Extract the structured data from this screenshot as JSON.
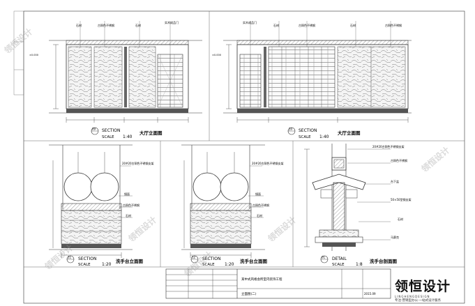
{
  "views": {
    "v09": {
      "num": "09",
      "type": "SECTION",
      "scale_label": "SCALE",
      "scale": "1:40",
      "title": "大厅立面图"
    },
    "v10": {
      "num": "10",
      "type": "SECTION",
      "scale_label": "SCALE",
      "scale": "1:40",
      "title": "大厅立面图"
    },
    "v11": {
      "num": "11",
      "type": "SECTION",
      "scale_label": "SCALE",
      "scale": "1:20",
      "title": "洗手台立面图"
    },
    "v12": {
      "num": "12",
      "type": "SECTION",
      "scale_label": "SCALE",
      "scale": "1:20",
      "title": "洗手台立面图"
    },
    "v01": {
      "num": "01",
      "type": "DETAIL",
      "scale_label": "SCALE",
      "scale": "1:8",
      "title": "洗手台剖面图"
    }
  },
  "annotations": {
    "stone": "石材",
    "door": "实木成品门",
    "steel_frame": "20#20古铜色不锈钢支架",
    "steel": "古铜色不锈钢",
    "mirror": "镜面",
    "mosaic": "马赛克",
    "level": "±0.000",
    "basin": "台下盆",
    "profile": "50×50型钢支架"
  },
  "title_block": {
    "project": "某中式风格会所室内装饰工程",
    "drawing": "立面图(二)",
    "number": "2015.09"
  },
  "brand": {
    "name": "领恒设计",
    "sub": "LINGHENGDESIGN",
    "slogan": "专注:营销型办公·一站式设计服务"
  },
  "colors": {
    "line": "#333333",
    "fill_dark": "#555555",
    "stone_fill": "#f4f4f4"
  }
}
